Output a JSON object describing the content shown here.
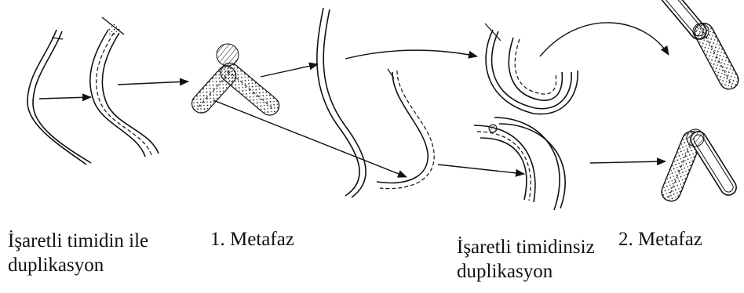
{
  "captions": {
    "labeled_duplication": {
      "line1": "İşaretli timidin ile",
      "line2": "duplikasyon"
    },
    "metaphase1": "1. Metafaz",
    "unlabeled_duplication": {
      "line1": "İşaretli timidinsiz",
      "line2": "duplikasyon"
    },
    "metaphase2": "2. Metafaz"
  },
  "colors": {
    "ink": "#111111",
    "background": "#ffffff"
  }
}
